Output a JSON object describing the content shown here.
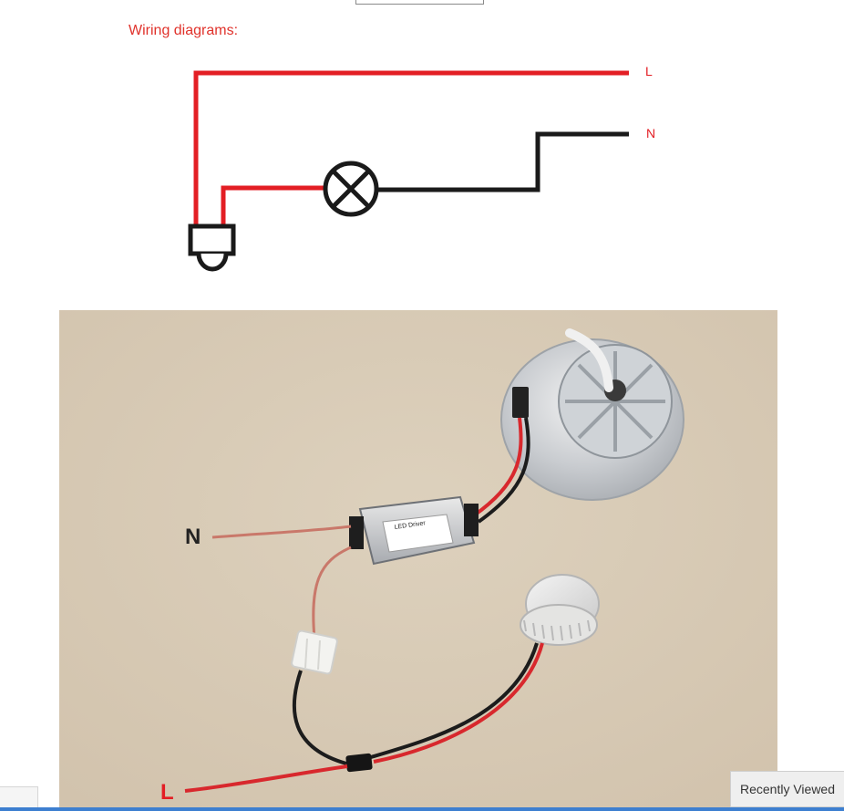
{
  "section_title": "Wiring diagrams:",
  "diagram": {
    "line_label": "L",
    "neutral_label": "N",
    "live_color": "#e31e24",
    "neutral_color": "#1a1a1a"
  },
  "photo": {
    "label_n": "N",
    "label_l": "L",
    "label_n_color": "#222222",
    "label_l_color": "#e31e24",
    "driver_title": "LED Driver"
  },
  "widget": {
    "recently_viewed": "Recently Viewed"
  },
  "icons": [
    "lamp-symbol-icon",
    "sensor-switch-icon"
  ]
}
